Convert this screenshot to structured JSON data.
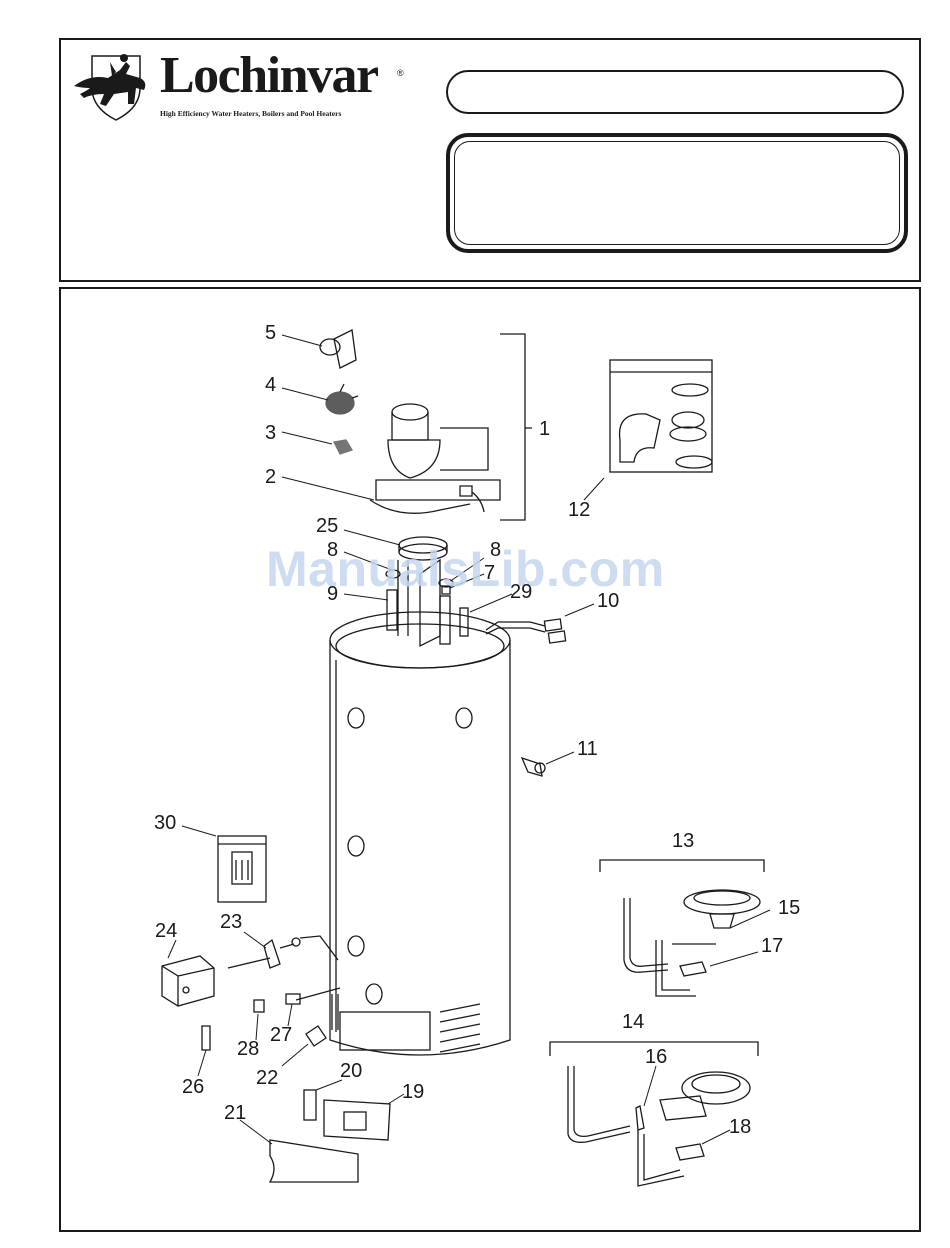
{
  "brand": {
    "name": "Lochinvar",
    "registered_mark": "®",
    "tagline": "High Efficiency Water Heaters, Boilers and Pool Heaters"
  },
  "watermark": "ManualsLib.com",
  "callouts": {
    "c1": "1",
    "c2": "2",
    "c3": "3",
    "c4": "4",
    "c5": "5",
    "c7": "7",
    "c8a": "8",
    "c8b": "8",
    "c9": "9",
    "c10": "10",
    "c11": "11",
    "c12": "12",
    "c13": "13",
    "c14": "14",
    "c15": "15",
    "c16": "16",
    "c17": "17",
    "c18": "18",
    "c19": "19",
    "c20": "20",
    "c21": "21",
    "c22": "22",
    "c23": "23",
    "c24": "24",
    "c25": "25",
    "c26": "26",
    "c27": "27",
    "c28": "28",
    "c29": "29",
    "c30": "30"
  },
  "colors": {
    "line": "#1a1a1a",
    "watermark": "#c5d7ee"
  }
}
